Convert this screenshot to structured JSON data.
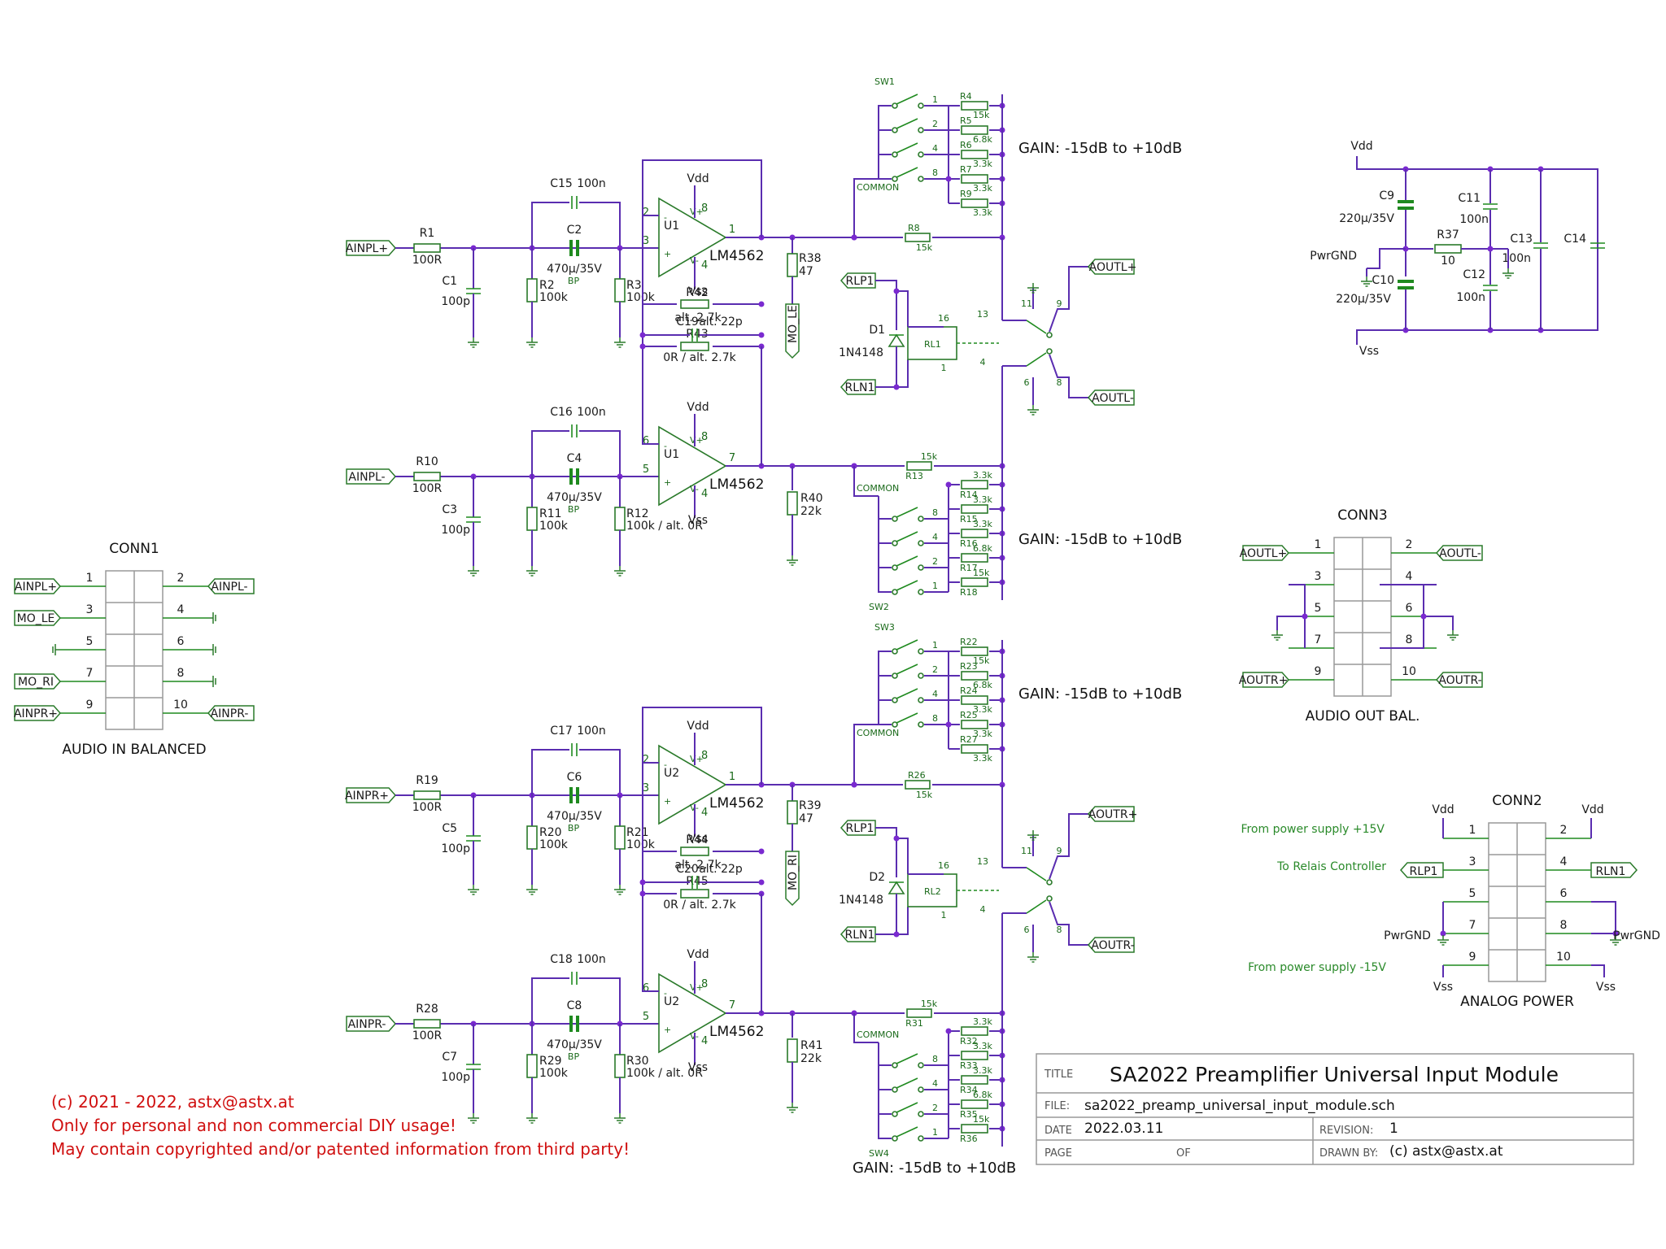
{
  "title_block": {
    "title_label": "TITLE",
    "title": "SA2022 Preamplifier Universal Input Module",
    "file_label": "FILE:",
    "file": "sa2022_preamp_universal_input_module.sch",
    "date_label": "DATE",
    "date": "2022.03.11",
    "revision_label": "REVISION:",
    "revision": "1",
    "page_label": "PAGE",
    "of_label": "OF",
    "drawn_label": "DRAWN BY:",
    "drawn_by": "(c) astx@astx.at"
  },
  "copyright": [
    "(c) 2021 - 2022, astx@astx.at",
    "Only for personal and non commercial DIY usage!",
    "May contain copyrighted and/or patented information from third party!"
  ],
  "gain_text": "GAIN: -15dB to  +10dB",
  "channels": [
    {
      "stage_a": {
        "in": "AINPL+",
        "r_in": "R1",
        "r_in_v": "100R",
        "c_in": "C1",
        "c_in_v": "100p",
        "c_fb": "C15",
        "c_fb_v": "100n",
        "c_bp": "C2",
        "c_bp_v": "470µ/35V",
        "r_g": "R2",
        "r_g_v": "100k",
        "r_b": "R3",
        "r_b_v": "100k",
        "u": "U1",
        "ic": "LM4562",
        "r_o": "R38",
        "r_o_v": "47",
        "mo": "MO_LE",
        "p_inv": "2",
        "p_non": "3",
        "p_out": "1",
        "p_v": "8",
        "p_s": "4"
      },
      "mid": {
        "r_a": "R42",
        "r_a_v1": "alt. 2.7k",
        "c": "C19",
        "c_v": "alt. 22p",
        "r_b": "R43",
        "r_b_v": "0R / alt. 2.7k"
      },
      "stage_b": {
        "in": "AINPL-",
        "r_in": "R10",
        "r_in_v": "100R",
        "c_in": "C3",
        "c_in_v": "100p",
        "c_fb": "C16",
        "c_fb_v": "100n",
        "c_bp": "C4",
        "c_bp_v": "470µ/35V",
        "r_g": "R11",
        "r_g_v": "100k",
        "r_b": "R12",
        "r_b_v": "100k / alt. 0R",
        "u": "U1",
        "ic": "LM4562",
        "r_o": "R40",
        "r_o_v": "22k",
        "p_inv": "6",
        "p_non": "5",
        "p_out": "7",
        "p_v": "8",
        "p_s": "4"
      },
      "sw_top": {
        "name": "SW1",
        "common": "COMMON",
        "pins": [
          "1",
          "2",
          "4",
          "8"
        ],
        "res": [
          "R4",
          "R5",
          "R6",
          "R7",
          "R9"
        ],
        "vals": [
          "15k",
          "6.8k",
          "3.3k",
          "3.3k",
          "3.3k"
        ],
        "rs": "R8",
        "rs_v": "15k"
      },
      "sw_bot": {
        "name": "SW2",
        "common": "COMMON",
        "pins": [
          "8",
          "4",
          "2",
          "1"
        ],
        "res": [
          "R14",
          "R15",
          "R16",
          "R17",
          "R18"
        ],
        "vals": [
          "3.3k",
          "3.3k",
          "3.3k",
          "6.8k",
          "15k"
        ],
        "rs": "R13",
        "rs_v": "15k"
      },
      "relay": {
        "rlp": "RLP1",
        "rln": "RLN1",
        "d": "D1",
        "d_v": "1N4148",
        "rl": "RL1",
        "out_p": "AOUTL+",
        "out_n": "AOUTL-",
        "pins": [
          "16",
          "1",
          "13",
          "4",
          "11",
          "9",
          "6",
          "8"
        ]
      }
    },
    {
      "stage_a": {
        "in": "AINPR+",
        "r_in": "R19",
        "r_in_v": "100R",
        "c_in": "C5",
        "c_in_v": "100p",
        "c_fb": "C17",
        "c_fb_v": "100n",
        "c_bp": "C6",
        "c_bp_v": "470µ/35V",
        "r_g": "R20",
        "r_g_v": "100k",
        "r_b": "R21",
        "r_b_v": "100k",
        "u": "U2",
        "ic": "LM4562",
        "r_o": "R39",
        "r_o_v": "47",
        "mo": "MO_RI",
        "p_inv": "2",
        "p_non": "3",
        "p_out": "1",
        "p_v": "8",
        "p_s": "4"
      },
      "mid": {
        "r_a": "R44",
        "r_a_v1": "alt. 2.7k",
        "c": "C20",
        "c_v": "alt. 22p",
        "r_b": "R45",
        "r_b_v": "0R / alt. 2.7k"
      },
      "stage_b": {
        "in": "AINPR-",
        "r_in": "R28",
        "r_in_v": "100R",
        "c_in": "C7",
        "c_in_v": "100p",
        "c_fb": "C18",
        "c_fb_v": "100n",
        "c_bp": "C8",
        "c_bp_v": "470µ/35V",
        "r_g": "R29",
        "r_g_v": "100k",
        "r_b": "R30",
        "r_b_v": "100k / alt. 0R",
        "u": "U2",
        "ic": "LM4562",
        "r_o": "R41",
        "r_o_v": "22k",
        "p_inv": "6",
        "p_non": "5",
        "p_out": "7",
        "p_v": "8",
        "p_s": "4"
      },
      "sw_top": {
        "name": "SW3",
        "common": "COMMON",
        "pins": [
          "1",
          "2",
          "4",
          "8"
        ],
        "res": [
          "R22",
          "R23",
          "R24",
          "R25",
          "R27"
        ],
        "vals": [
          "15k",
          "6.8k",
          "3.3k",
          "3.3k",
          "3.3k"
        ],
        "rs": "R26",
        "rs_v": "15k"
      },
      "sw_bot": {
        "name": "SW4",
        "common": "COMMON",
        "pins": [
          "8",
          "4",
          "2",
          "1"
        ],
        "res": [
          "R32",
          "R33",
          "R34",
          "R35",
          "R36"
        ],
        "vals": [
          "3.3k",
          "3.3k",
          "3.3k",
          "6.8k",
          "15k"
        ],
        "rs": "R31",
        "rs_v": "15k"
      },
      "relay": {
        "rlp": "RLP1",
        "rln": "RLN1",
        "d": "D2",
        "d_v": "1N4148",
        "rl": "RL2",
        "out_p": "AOUTR+",
        "out_n": "AOUTR-",
        "pins": [
          "16",
          "1",
          "13",
          "4",
          "11",
          "9",
          "6",
          "8"
        ]
      }
    }
  ],
  "common": {
    "vdd": "Vdd",
    "vss": "Vss",
    "bp": "BP",
    "vplus": "V+",
    "vminus": "V-"
  },
  "conn1": {
    "name": "CONN1",
    "footer": "AUDIO IN BALANCED",
    "left": [
      {
        "n": "1",
        "sig": "AINPL+"
      },
      {
        "n": "3",
        "sig": "MO_LE"
      },
      {
        "n": "5",
        "sig": ""
      },
      {
        "n": "7",
        "sig": "MO_RI"
      },
      {
        "n": "9",
        "sig": "AINPR+"
      }
    ],
    "right": [
      {
        "n": "2",
        "sig": "AINPL-"
      },
      {
        "n": "4",
        "sig": ""
      },
      {
        "n": "6",
        "sig": ""
      },
      {
        "n": "8",
        "sig": ""
      },
      {
        "n": "10",
        "sig": "AINPR-"
      }
    ]
  },
  "conn3": {
    "name": "CONN3",
    "footer": "AUDIO OUT BAL.",
    "left": [
      {
        "n": "1",
        "sig": "AOUTL+"
      },
      {
        "n": "3",
        "sig": ""
      },
      {
        "n": "5",
        "sig": ""
      },
      {
        "n": "7",
        "sig": ""
      },
      {
        "n": "9",
        "sig": "AOUTR+"
      }
    ],
    "right": [
      {
        "n": "2",
        "sig": "AOUTL-"
      },
      {
        "n": "4",
        "sig": ""
      },
      {
        "n": "6",
        "sig": ""
      },
      {
        "n": "8",
        "sig": ""
      },
      {
        "n": "10",
        "sig": "AOUTR-"
      }
    ]
  },
  "conn2": {
    "name": "CONN2",
    "footer": "ANALOG POWER",
    "left": [
      {
        "n": "1",
        "sig": "Vdd"
      },
      {
        "n": "3",
        "sig": "RLP1"
      },
      {
        "n": "5",
        "sig": ""
      },
      {
        "n": "7",
        "sig": "PwrGND"
      },
      {
        "n": "9",
        "sig": "Vss"
      }
    ],
    "right": [
      {
        "n": "2",
        "sig": "Vdd"
      },
      {
        "n": "4",
        "sig": "RLN1"
      },
      {
        "n": "6",
        "sig": ""
      },
      {
        "n": "8",
        "sig": "PwrGND"
      },
      {
        "n": "10",
        "sig": "Vss"
      }
    ],
    "notes": [
      "From power supply +15V",
      "To Relais Controller",
      "From power supply -15V"
    ]
  },
  "power": {
    "vdd": "Vdd",
    "vss": "Vss",
    "pwrgnd": "PwrGND",
    "c9": "C9",
    "c9_v": "220µ/35V",
    "c10": "C10",
    "c10_v": "220µ/35V",
    "c11": "C11",
    "c11_v": "100n",
    "c12": "C12",
    "c12_v": "100n",
    "c13": "C13",
    "c13_v": "100n",
    "c14": "C14",
    "r37": "R37",
    "r37_v": "10"
  }
}
